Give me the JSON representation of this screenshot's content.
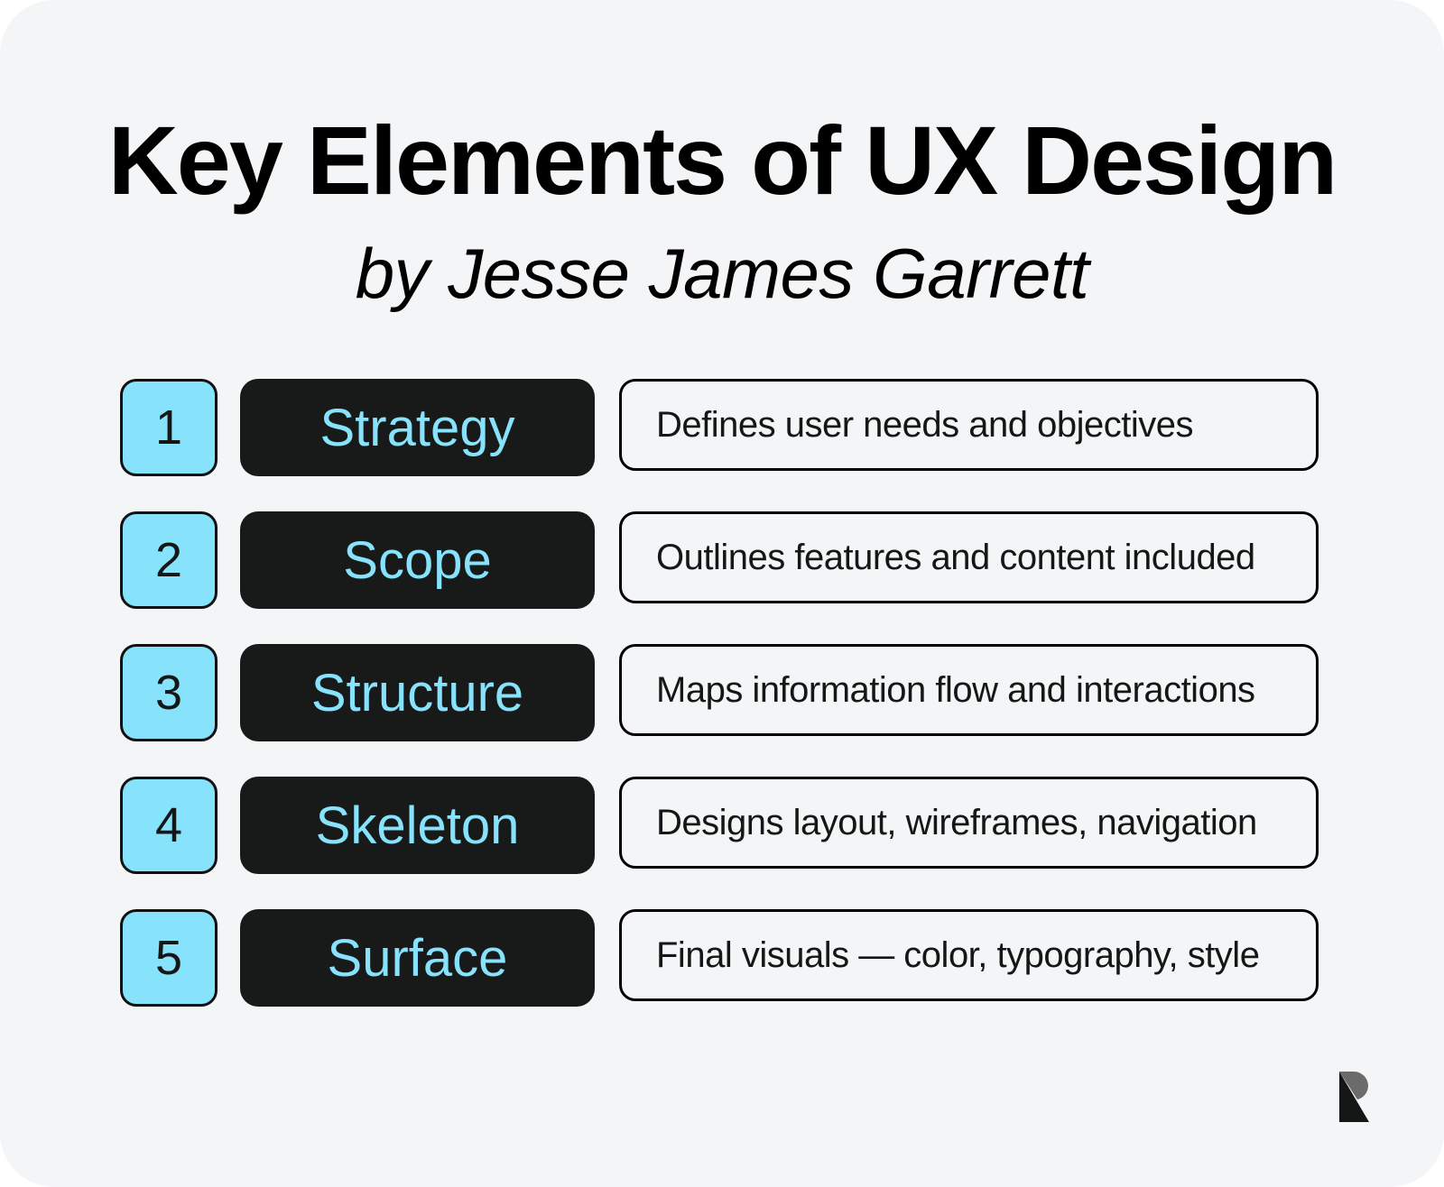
{
  "header": {
    "title": "Key Elements of UX Design",
    "subtitle": "by Jesse James Garrett"
  },
  "elements": [
    {
      "number": "1",
      "name": "Strategy",
      "description": "Defines user needs and objectives"
    },
    {
      "number": "2",
      "name": "Scope",
      "description": "Outlines features and content included"
    },
    {
      "number": "3",
      "name": "Structure",
      "description": "Maps information flow and interactions"
    },
    {
      "number": "4",
      "name": "Skeleton",
      "description": "Designs layout, wireframes, navigation"
    },
    {
      "number": "5",
      "name": "Surface",
      "description": "Final visuals — color, typography, style"
    }
  ],
  "branding": {
    "logo_icon": "r-logo-icon"
  },
  "colors": {
    "background": "#f4f5f7",
    "accent": "#87e2fc",
    "dark": "#181a19",
    "border": "#000000"
  }
}
